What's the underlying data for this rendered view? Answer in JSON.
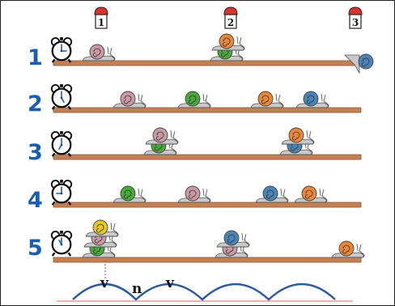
{
  "positions": [
    {
      "label": "1"
    },
    {
      "label": "2"
    },
    {
      "label": "3"
    }
  ],
  "rows": [
    {
      "number": "1",
      "snails": [
        "pink",
        "green-orange-stack",
        "blue-retracted"
      ]
    },
    {
      "number": "2",
      "snails": [
        "pink",
        "green",
        "orange",
        "blue"
      ]
    },
    {
      "number": "3",
      "snails": [
        "green-pink-stack",
        "blue-orange-stack"
      ]
    },
    {
      "number": "4",
      "snails": [
        "green",
        "pink",
        "blue",
        "orange"
      ]
    },
    {
      "number": "5",
      "snails": [
        "green-pink-yellow-stack",
        "pink-blue-stack",
        "orange"
      ]
    }
  ],
  "wave": {
    "labels": [
      "v",
      "n",
      "v"
    ]
  },
  "colors": {
    "row_number": "#1a5db5",
    "board": "#c8855a",
    "wave": "#2c5aa0",
    "baseline": "#f08080",
    "flag": "#d9342b",
    "snail_pink": "#c99aa6",
    "snail_green": "#49a83b",
    "snail_orange": "#e8873a",
    "snail_blue": "#4a84b8",
    "snail_yellow": "#e5c92a"
  }
}
